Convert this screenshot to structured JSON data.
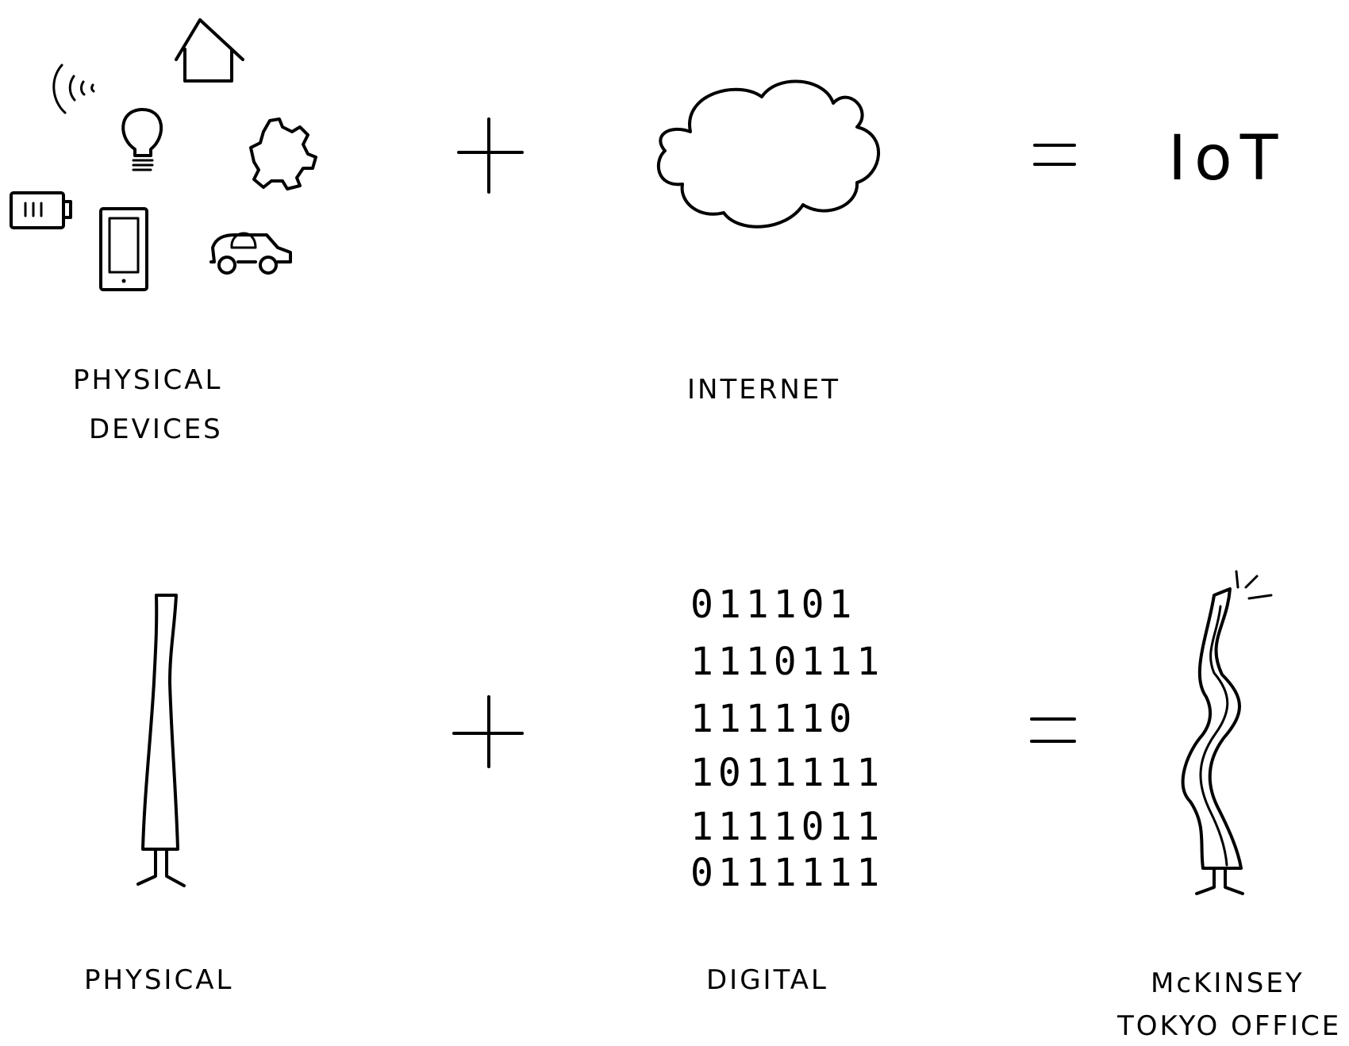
{
  "row1": {
    "left_label_line1": "PHYSICAL",
    "left_label_line2": "DEVICES",
    "middle_label": "INTERNET",
    "operator_plus": "+",
    "operator_equals": "=",
    "result": "IoT"
  },
  "row2": {
    "left_label": "PHYSICAL",
    "middle_label": "DIGITAL",
    "right_label_line1": "McKINSEY",
    "right_label_line2": "TOKYO OFFICE",
    "binary_rows": [
      "011101",
      "1110111",
      "111110",
      "1011111",
      "1111011",
      "0111111"
    ]
  },
  "ink_color": "#000000"
}
